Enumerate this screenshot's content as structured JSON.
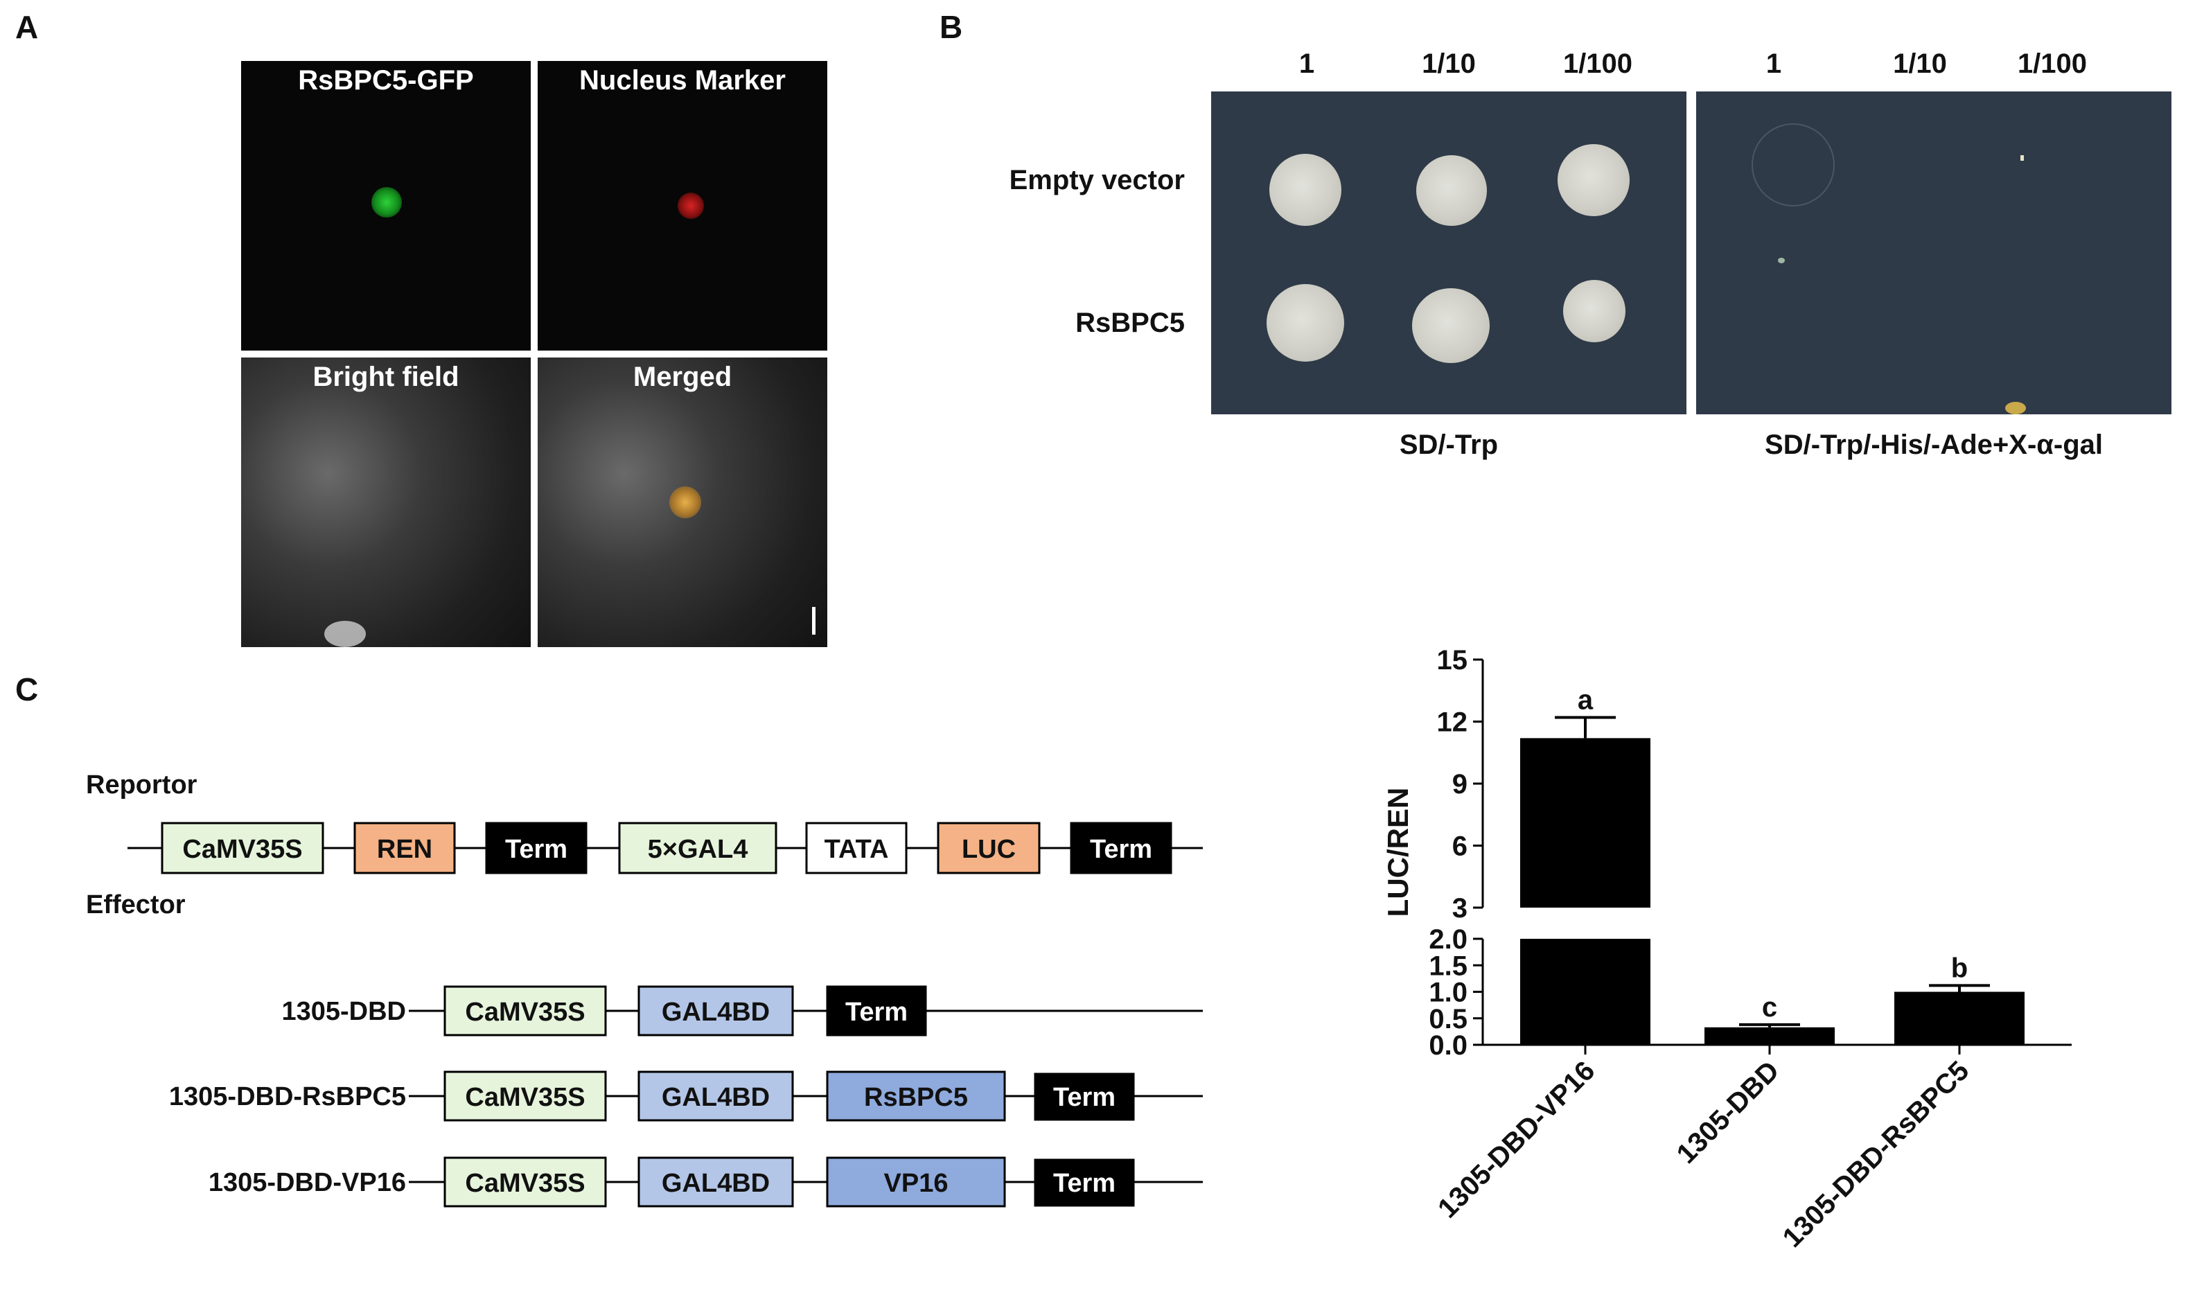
{
  "panel_labels": {
    "a": "A",
    "b": "B",
    "c": "C"
  },
  "panel_a": {
    "titles": {
      "gfp": "RsBPC5-GFP",
      "marker": "Nucleus Marker",
      "bright": "Bright field",
      "merged": "Merged"
    }
  },
  "panel_b": {
    "dilutions": [
      "1",
      "1/10",
      "1/100"
    ],
    "rows": [
      "Empty vector",
      "RsBPC5"
    ],
    "plates": {
      "left": "SD/-Trp",
      "right": "SD/-Trp/-His/-Ade+X-α-gal"
    }
  },
  "panel_c": {
    "reportor_label": "Reportor",
    "effector_label": "Effector",
    "reportor_boxes": [
      "CaMV35S",
      "REN",
      "Term",
      "5×GAL4",
      "TATA",
      "LUC",
      "Term"
    ],
    "effectors": [
      {
        "name": "1305-DBD",
        "boxes": [
          "CaMV35S",
          "GAL4BD",
          "Term"
        ]
      },
      {
        "name": "1305-DBD-RsBPC5",
        "boxes": [
          "CaMV35S",
          "GAL4BD",
          "RsBPC5",
          "Term"
        ]
      },
      {
        "name": "1305-DBD-VP16",
        "boxes": [
          "CaMV35S",
          "GAL4BD",
          "VP16",
          "Term"
        ]
      }
    ],
    "colors": {
      "promoter": "#e6f4dc",
      "reporter": "#f4b286",
      "term": "#000000",
      "gal4bd": "#b4c6e7",
      "insert": "#8faadc",
      "tata": "#ffffff"
    }
  },
  "chart_data": {
    "type": "bar",
    "ylabel": "LUC/REN",
    "categories": [
      "1305-DBD-VP16",
      "1305-DBD",
      "1305-DBD-RsBPC5"
    ],
    "values": [
      11.2,
      0.33,
      1.0
    ],
    "errors": [
      1.0,
      0.05,
      0.12
    ],
    "significance": [
      "a",
      "c",
      "b"
    ],
    "axis_break": {
      "lower": [
        0,
        2
      ],
      "upper": [
        3,
        15
      ]
    },
    "lower_ticks": [
      "0.0",
      "0.5",
      "1.0",
      "1.5",
      "2.0"
    ],
    "upper_ticks": [
      "3",
      "6",
      "9",
      "12",
      "15"
    ]
  }
}
